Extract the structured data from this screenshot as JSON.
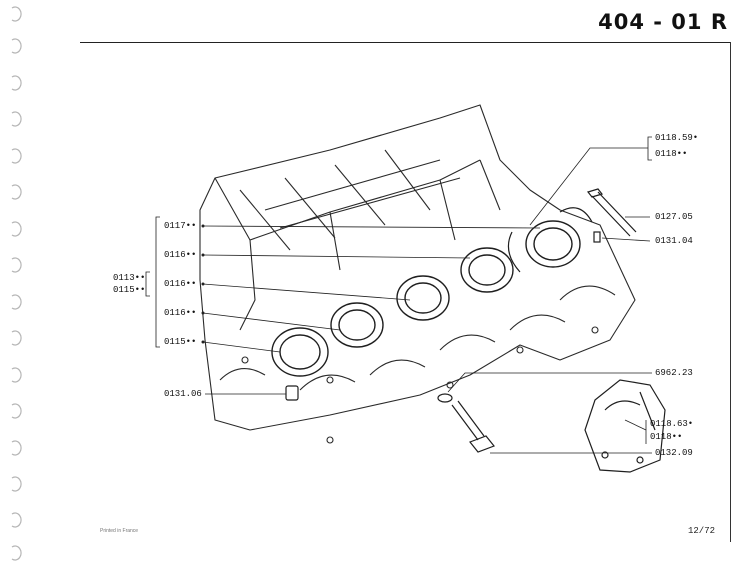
{
  "header": {
    "title": "404 - 01 R",
    "page_number": "12/72",
    "printed_in": "Printed in France"
  },
  "labels": {
    "l_0118_59": "0118.59•",
    "l_0118_a": "0118••",
    "l_0127_05": "0127.05",
    "l_0131_04": "0131.04",
    "l_0117": "0117••",
    "l_0116_a": "0116••",
    "l_0116_b": "0116••",
    "l_0116_c": "0116••",
    "l_0115_a": "0115••",
    "l_0113": "0113••",
    "l_0115_b": "0115••",
    "l_0131_06": "0131.06",
    "l_6962_23": "6962.23",
    "l_0118_63": "0118.63•",
    "l_0118_b": "0118••",
    "l_0132_09": "0132.09"
  }
}
